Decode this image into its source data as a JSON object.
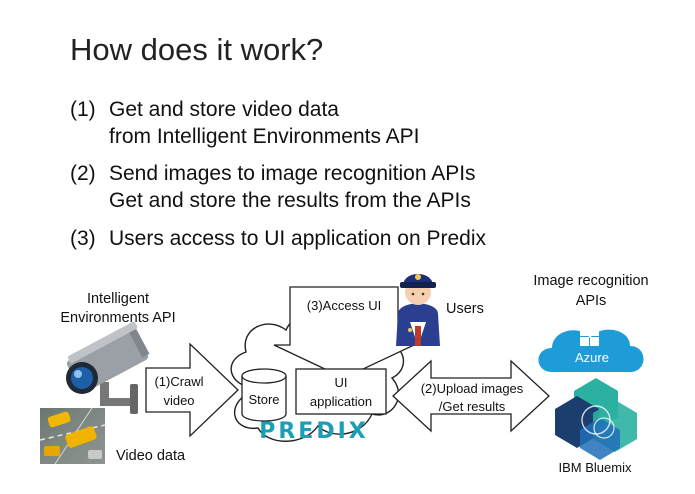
{
  "title": "How does it work?",
  "steps": [
    {
      "num": "(1)",
      "lines": [
        "Get and store video data",
        "from Intelligent Environments API"
      ]
    },
    {
      "num": "(2)",
      "lines": [
        "Send images to image recognition APIs",
        "Get and store the results from the APIs"
      ]
    },
    {
      "num": "(3)",
      "lines": [
        "Users access to UI application on Predix"
      ]
    }
  ],
  "diagram": {
    "source": {
      "label_line1": "Intelligent",
      "label_line2": "Environments API",
      "caption": "Video data"
    },
    "crawl_arrow": {
      "line1": "(1)Crawl",
      "line2": "video"
    },
    "access_arrow": {
      "label": "(3)Access UI"
    },
    "users": {
      "label": "Users"
    },
    "store": {
      "label": "Store"
    },
    "ui_app": {
      "line1": "UI",
      "line2": "application"
    },
    "predix": {
      "label": "PREDIX"
    },
    "upload_arrow": {
      "line1": "(2)Upload images",
      "line2": "/Get results"
    },
    "apis": {
      "line1": "Image recognition",
      "line2": "APIs"
    },
    "azure": {
      "label": "Azure"
    },
    "bluemix": {
      "label": "IBM Bluemix"
    },
    "colors": {
      "predix": "#1a9fb6",
      "azure": "#1e9cd8",
      "bluemix_teal": "#2bb0a1",
      "bluemix_navy": "#1b3e6e",
      "camera_blue": "#1e5fa8"
    },
    "icons": [
      "camera-icon",
      "traffic-photo",
      "police-officer-icon",
      "cloud-icon",
      "cylinder-icon",
      "windows-logo-icon",
      "bluemix-logo-icon"
    ]
  }
}
